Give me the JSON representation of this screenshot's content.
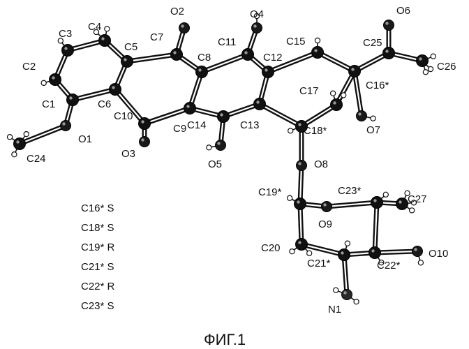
{
  "figure": {
    "caption": "ФИГ.1",
    "stereo_table": [
      "C16* S",
      "C18* S",
      "C19* R",
      "C21* S",
      "C22* R",
      "C23* S"
    ]
  },
  "molecule": {
    "atoms": [
      {
        "id": "C1",
        "label": "C1",
        "el": "C"
      },
      {
        "id": "C2",
        "label": "C2",
        "el": "C"
      },
      {
        "id": "C3",
        "label": "C3",
        "el": "C"
      },
      {
        "id": "C4",
        "label": "C4",
        "el": "C"
      },
      {
        "id": "C5",
        "label": "C5",
        "el": "C"
      },
      {
        "id": "C6",
        "label": "C6",
        "el": "C"
      },
      {
        "id": "C7",
        "label": "C7",
        "el": "C"
      },
      {
        "id": "C8",
        "label": "C8",
        "el": "C"
      },
      {
        "id": "C9",
        "label": "C9",
        "el": "C"
      },
      {
        "id": "C10",
        "label": "C10",
        "el": "C"
      },
      {
        "id": "C11",
        "label": "C11",
        "el": "C"
      },
      {
        "id": "C12",
        "label": "C12",
        "el": "C"
      },
      {
        "id": "C13",
        "label": "C13",
        "el": "C"
      },
      {
        "id": "C14",
        "label": "C14",
        "el": "C"
      },
      {
        "id": "C15",
        "label": "C15",
        "el": "C"
      },
      {
        "id": "C16",
        "label": "C16*",
        "el": "C"
      },
      {
        "id": "C17",
        "label": "C17",
        "el": "C"
      },
      {
        "id": "C18",
        "label": "C18*",
        "el": "C"
      },
      {
        "id": "C19",
        "label": "C19*",
        "el": "C"
      },
      {
        "id": "C20",
        "label": "C20",
        "el": "C"
      },
      {
        "id": "C21",
        "label": "C21*",
        "el": "C"
      },
      {
        "id": "C22",
        "label": "C22*",
        "el": "C"
      },
      {
        "id": "C23",
        "label": "C23*",
        "el": "C"
      },
      {
        "id": "C24",
        "label": "C24",
        "el": "C"
      },
      {
        "id": "C25",
        "label": "C25",
        "el": "C"
      },
      {
        "id": "C26",
        "label": "C26",
        "el": "C"
      },
      {
        "id": "C27",
        "label": "C27",
        "el": "C"
      },
      {
        "id": "O1",
        "label": "O1",
        "el": "O"
      },
      {
        "id": "O2",
        "label": "O2",
        "el": "O"
      },
      {
        "id": "O3",
        "label": "O3",
        "el": "O"
      },
      {
        "id": "O4",
        "label": "O4",
        "el": "O"
      },
      {
        "id": "O5",
        "label": "O5",
        "el": "O"
      },
      {
        "id": "O6",
        "label": "O6",
        "el": "O"
      },
      {
        "id": "O7",
        "label": "O7",
        "el": "O"
      },
      {
        "id": "O8",
        "label": "O8",
        "el": "O"
      },
      {
        "id": "O9",
        "label": "O9",
        "el": "O"
      },
      {
        "id": "O10",
        "label": "O10",
        "el": "O"
      },
      {
        "id": "N1",
        "label": "N1",
        "el": "N"
      }
    ],
    "bonds": [
      [
        "C1",
        "C2"
      ],
      [
        "C2",
        "C3"
      ],
      [
        "C3",
        "C4"
      ],
      [
        "C4",
        "C5"
      ],
      [
        "C5",
        "C6"
      ],
      [
        "C6",
        "C1"
      ],
      [
        "C1",
        "O1"
      ],
      [
        "O1",
        "C24"
      ],
      [
        "C5",
        "C7"
      ],
      [
        "C7",
        "O2"
      ],
      [
        "C7",
        "C8"
      ],
      [
        "C6",
        "C10"
      ],
      [
        "C10",
        "O3"
      ],
      [
        "C10",
        "C9"
      ],
      [
        "C8",
        "C9"
      ],
      [
        "C8",
        "C11"
      ],
      [
        "C11",
        "O4"
      ],
      [
        "C11",
        "C12"
      ],
      [
        "C9",
        "C14"
      ],
      [
        "C14",
        "O5"
      ],
      [
        "C14",
        "C13"
      ],
      [
        "C12",
        "C13"
      ],
      [
        "C12",
        "C15"
      ],
      [
        "C15",
        "C16"
      ],
      [
        "C16",
        "C17"
      ],
      [
        "C17",
        "C18"
      ],
      [
        "C18",
        "C13"
      ],
      [
        "C16",
        "C25"
      ],
      [
        "C25",
        "O6"
      ],
      [
        "C25",
        "C26"
      ],
      [
        "C16",
        "O7"
      ],
      [
        "C18",
        "O8"
      ],
      [
        "O8",
        "C19"
      ],
      [
        "C19",
        "O9"
      ],
      [
        "O9",
        "C23"
      ],
      [
        "C23",
        "C27"
      ],
      [
        "C23",
        "C22"
      ],
      [
        "C22",
        "O10"
      ],
      [
        "C22",
        "C21"
      ],
      [
        "C21",
        "N1"
      ],
      [
        "C21",
        "C20"
      ],
      [
        "C20",
        "C19"
      ]
    ],
    "hydrogens": [
      [
        "C2",
        1
      ],
      [
        "C3",
        1
      ],
      [
        "C4",
        2
      ],
      [
        "C15",
        1
      ],
      [
        "C17",
        2
      ],
      [
        "C18",
        1
      ],
      [
        "C19",
        1
      ],
      [
        "C20",
        2
      ],
      [
        "C21",
        1
      ],
      [
        "C22",
        1
      ],
      [
        "C23",
        1
      ],
      [
        "C24",
        3
      ],
      [
        "C26",
        3
      ],
      [
        "C27",
        3
      ],
      [
        "O4",
        1
      ],
      [
        "O5",
        1
      ],
      [
        "O7",
        1
      ],
      [
        "O10",
        1
      ],
      [
        "N1",
        2
      ]
    ]
  }
}
